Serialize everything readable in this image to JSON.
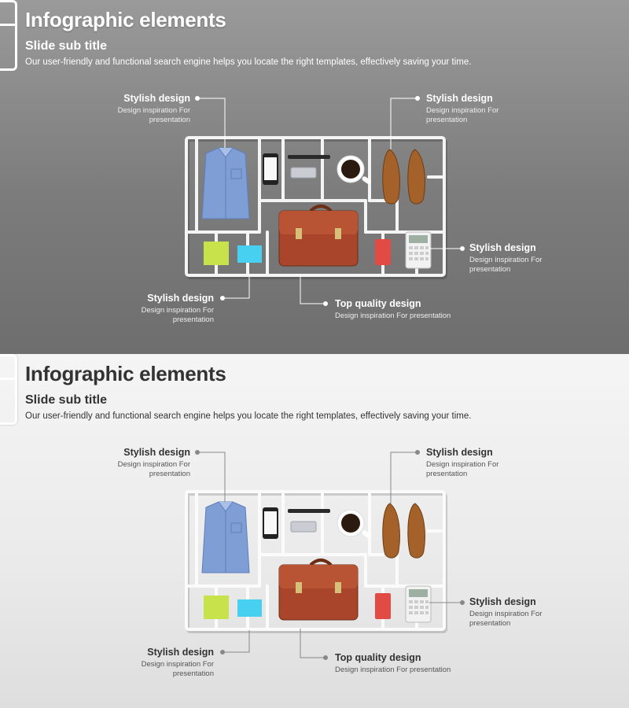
{
  "slides": [
    {
      "variant": "dark",
      "title": "Infographic elements",
      "subtitle": "Slide sub title",
      "description": "Our user-friendly and functional search engine helps you locate the right templates, effectively saving your time.",
      "callouts": {
        "top_left": {
          "title": "Stylish design",
          "desc_line1": "Design inspiration For",
          "desc_line2": "presentation"
        },
        "top_right": {
          "title": "Stylish design",
          "desc_line1": "Design inspiration For",
          "desc_line2": "presentation"
        },
        "right": {
          "title": "Stylish design",
          "desc_line1": "Design inspiration For",
          "desc_line2": "presentation"
        },
        "bottom_left": {
          "title": "Stylish design",
          "desc_line1": "Design inspiration For",
          "desc_line2": "presentation"
        },
        "bottom_mid": {
          "title": "Top quality design",
          "desc_line1": "Design inspiration For presentation"
        }
      }
    },
    {
      "variant": "light",
      "title": "Infographic elements",
      "subtitle": "Slide sub title",
      "description": "Our user-friendly and functional search engine helps you locate the right templates, effectively saving your time.",
      "callouts": {
        "top_left": {
          "title": "Stylish design",
          "desc_line1": "Design inspiration For",
          "desc_line2": "presentation"
        },
        "top_right": {
          "title": "Stylish design",
          "desc_line1": "Design inspiration For",
          "desc_line2": "presentation"
        },
        "right": {
          "title": "Stylish design",
          "desc_line1": "Design inspiration For",
          "desc_line2": "presentation"
        },
        "bottom_left": {
          "title": "Stylish design",
          "desc_line1": "Design inspiration For",
          "desc_line2": "presentation"
        },
        "bottom_mid": {
          "title": "Top quality design",
          "desc_line1": "Design inspiration For presentation"
        }
      }
    }
  ],
  "icons": [
    "shirt",
    "smartphone",
    "pen",
    "usb-drive",
    "coffee-cup",
    "shoes",
    "briefcase",
    "sticky-note-green",
    "sticky-note-blue",
    "red-notebook",
    "calculator"
  ],
  "colors": {
    "dark_bg": "#7c7c7c",
    "light_bg": "#eaeaea",
    "frame": "#ffffff",
    "connector_dark": "#ffffff",
    "connector_light": "#888888"
  }
}
